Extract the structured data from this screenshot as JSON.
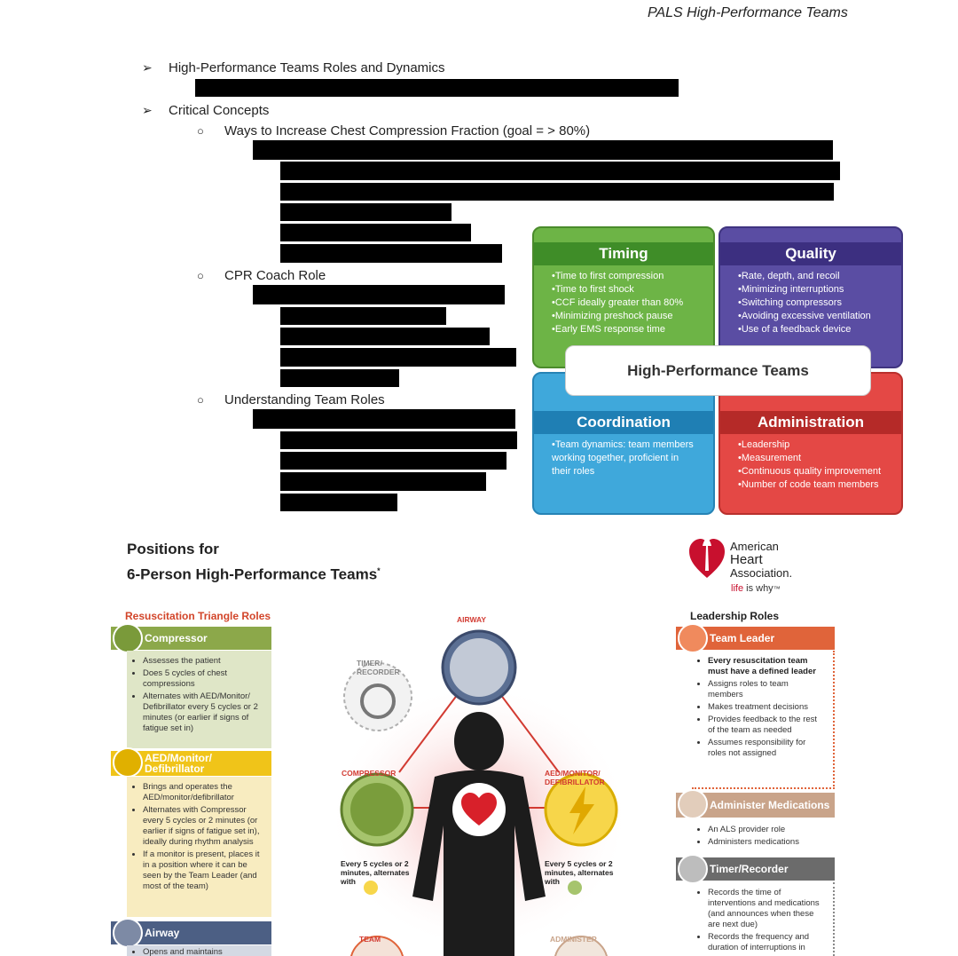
{
  "header": {
    "title": "PALS High-Performance Teams"
  },
  "outline": {
    "item1": "High-Performance Teams Roles and Dynamics",
    "item2": "Critical Concepts",
    "sub1": "Ways to Increase Chest Compression Fraction (goal = > 80%)",
    "sub2": "CPR Coach Role",
    "sub3": "Understanding Team Roles",
    "arrow_glyph": "➢",
    "circle_glyph": "○"
  },
  "quadrant": {
    "center": "High-Performance Teams",
    "timing": {
      "title": "Timing",
      "items": [
        "Time to first compression",
        "Time to first shock",
        "CCF ideally greater than 80%",
        "Minimizing preshock pause",
        "Early EMS response time"
      ]
    },
    "quality": {
      "title": "Quality",
      "items": [
        "Rate, depth, and recoil",
        "Minimizing interruptions",
        "Switching compressors",
        "Avoiding excessive ventilation",
        "Use of a feedback device"
      ]
    },
    "coordination": {
      "title": "Coordination",
      "items": [
        "Team dynamics: team members working together, proficient in their roles"
      ]
    },
    "administration": {
      "title": "Administration",
      "items": [
        "Leadership",
        "Measurement",
        "Continuous quality improvement",
        "Number of code team members"
      ]
    }
  },
  "positions": {
    "title_line1": "Positions for",
    "title_line2": "6-Person High-Performance Teams",
    "title_mark": "*",
    "aha": {
      "line1": "American",
      "line2": "Heart",
      "line3": "Association.",
      "tag_a": "life",
      "tag_b": " is why",
      "tag_mark": "™"
    },
    "left_heading": "Resuscitation Triangle Roles",
    "right_heading": "Leadership Roles",
    "compressor": {
      "title": "Compressor",
      "items": [
        "Assesses the patient",
        "Does 5 cycles of chest compressions",
        "Alternates with AED/Monitor/ Defibrillator every 5 cycles or 2 minutes (or earlier if signs of fatigue set in)"
      ]
    },
    "aed": {
      "title": "AED/Monitor/ Defibrillator",
      "items": [
        "Brings and operates the AED/monitor/defibrillator",
        "Alternates with Compressor every 5 cycles or 2 minutes (or earlier if signs of fatigue set in), ideally during rhythm analysis",
        "If a monitor is present, places it in a position where it can be seen by the Team Leader (and most of the team)"
      ]
    },
    "airway": {
      "title": "Airway",
      "partial": "Opens and maintains"
    },
    "team_leader": {
      "title": "Team Leader",
      "bold_item": "Every resuscitation team must have a defined leader",
      "items": [
        "Assigns roles to team members",
        "Makes treatment decisions",
        "Provides feedback to the rest of the team as needed",
        "Assumes responsibility for roles not assigned"
      ]
    },
    "meds": {
      "title": "Administer Medications",
      "items": [
        "An ALS provider role",
        "Administers medications"
      ]
    },
    "timer": {
      "title": "Timer/Recorder",
      "items": [
        "Records the time of interventions and medications (and announces when these are next due)",
        "Records the frequency and duration of interruptions in"
      ]
    },
    "diagram": {
      "airway": "AIRWAY",
      "timer": "TIMER/ RECORDER",
      "compressor": "COMPRESSOR",
      "aed": "AED/MONITOR/ DEFIBRILLATOR",
      "team": "TEAM",
      "administer": "ADMINISTER",
      "left_note": "Every 5 cycles or 2 minutes, alternates with",
      "right_note": "Every 5 cycles or 2 minutes, alternates with"
    },
    "colors": {
      "compressor": "#8ca84a",
      "aed": "#f0c419",
      "airway": "#4c5f84",
      "leader": "#e0643a",
      "meds": "#c9a48a",
      "timer": "#6b6b6b"
    }
  }
}
